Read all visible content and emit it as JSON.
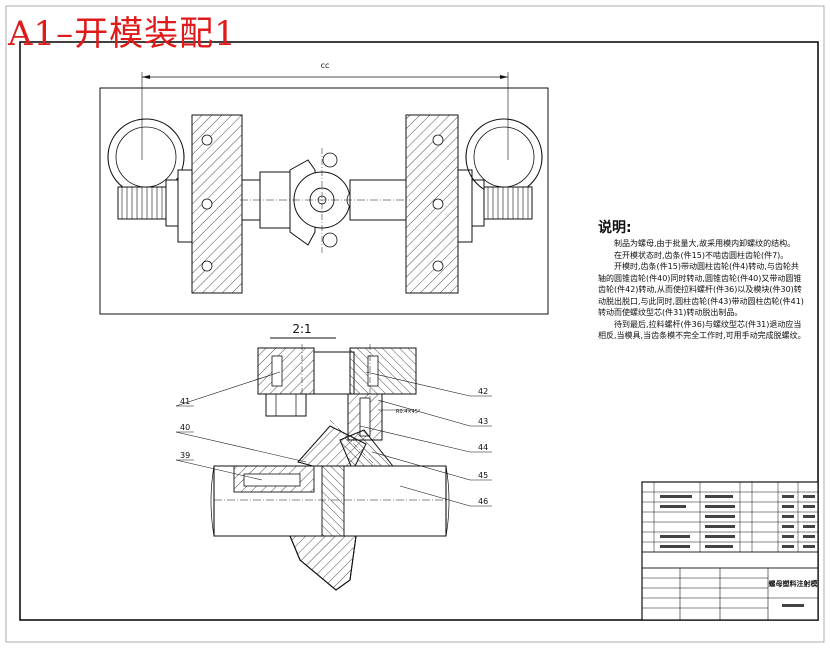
{
  "sheet_title": "A1–开模装配1",
  "top_view": {
    "dim_label": "cc"
  },
  "section_view": {
    "scale_label": "2:1"
  },
  "part_callouts": [
    "41",
    "40",
    "39",
    "42",
    "43",
    "44",
    "45",
    "46"
  ],
  "notes": {
    "heading": "说明:",
    "paragraphs": [
      "制品为螺母,由于批量大,故采用模内卸螺纹的结构。",
      "在开模状态时,齿条(件15)不啮齿圆柱齿轮(件7)。",
      "开模时,齿条(件15)带动圆柱齿轮(件4)转动,与齿轮共轴的圆锥齿轮(件40)同时转动,圆锥齿轮(件40)又带动圆锥齿轮(件42)转动,从而使拉料螺杆(件36)以及模块(件30)转动脱出脱口,与此同时,圆柱齿轮(件43)带动圆柱齿轮(件41)转动而使螺纹型芯(件31)转动脱出制品。",
      "待到最后,拉料螺杆(件36)与螺纹型芯(件31)退动应当相反,当模具,当齿条模不完全工作时,可用手动完成脱螺纹。"
    ]
  },
  "title_block": {
    "drawing_name": "螺母塑料注射模"
  }
}
